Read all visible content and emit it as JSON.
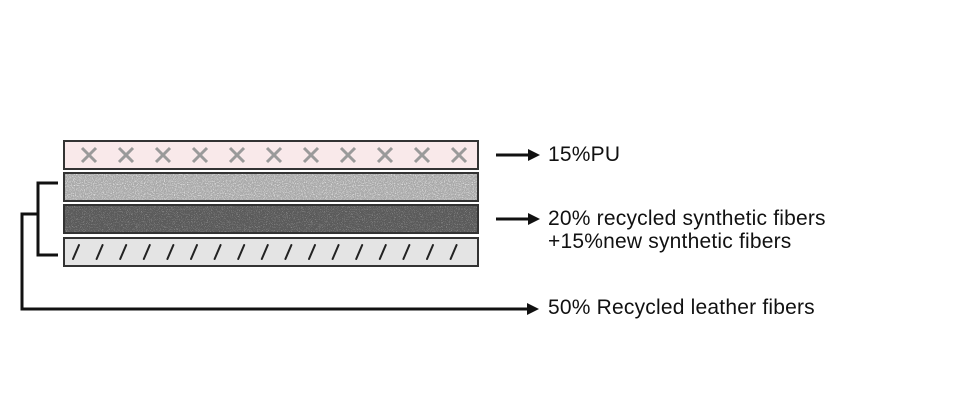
{
  "diagram": {
    "layers": [
      {
        "id": "pu",
        "pattern": "x-marks",
        "fill": "#f9e9ea"
      },
      {
        "id": "speckled-light",
        "pattern": "light-speckle",
        "fill": "#a9a9a9"
      },
      {
        "id": "speckled-dark",
        "pattern": "dark-speckle",
        "fill": "#5b5b5b"
      },
      {
        "id": "hatched",
        "pattern": "slashes",
        "fill": "#e4e4e4"
      }
    ],
    "labels": {
      "pu": "15%PU",
      "synthetic_line1": "20% recycled synthetic fibers",
      "synthetic_line2": "+15%new synthetic fibers",
      "leather": "50% Recycled leather fibers"
    },
    "colors": {
      "line": "#111111",
      "layer_border": "#333333",
      "x_mark": "#9a9a9a",
      "slash": "#222222"
    }
  }
}
